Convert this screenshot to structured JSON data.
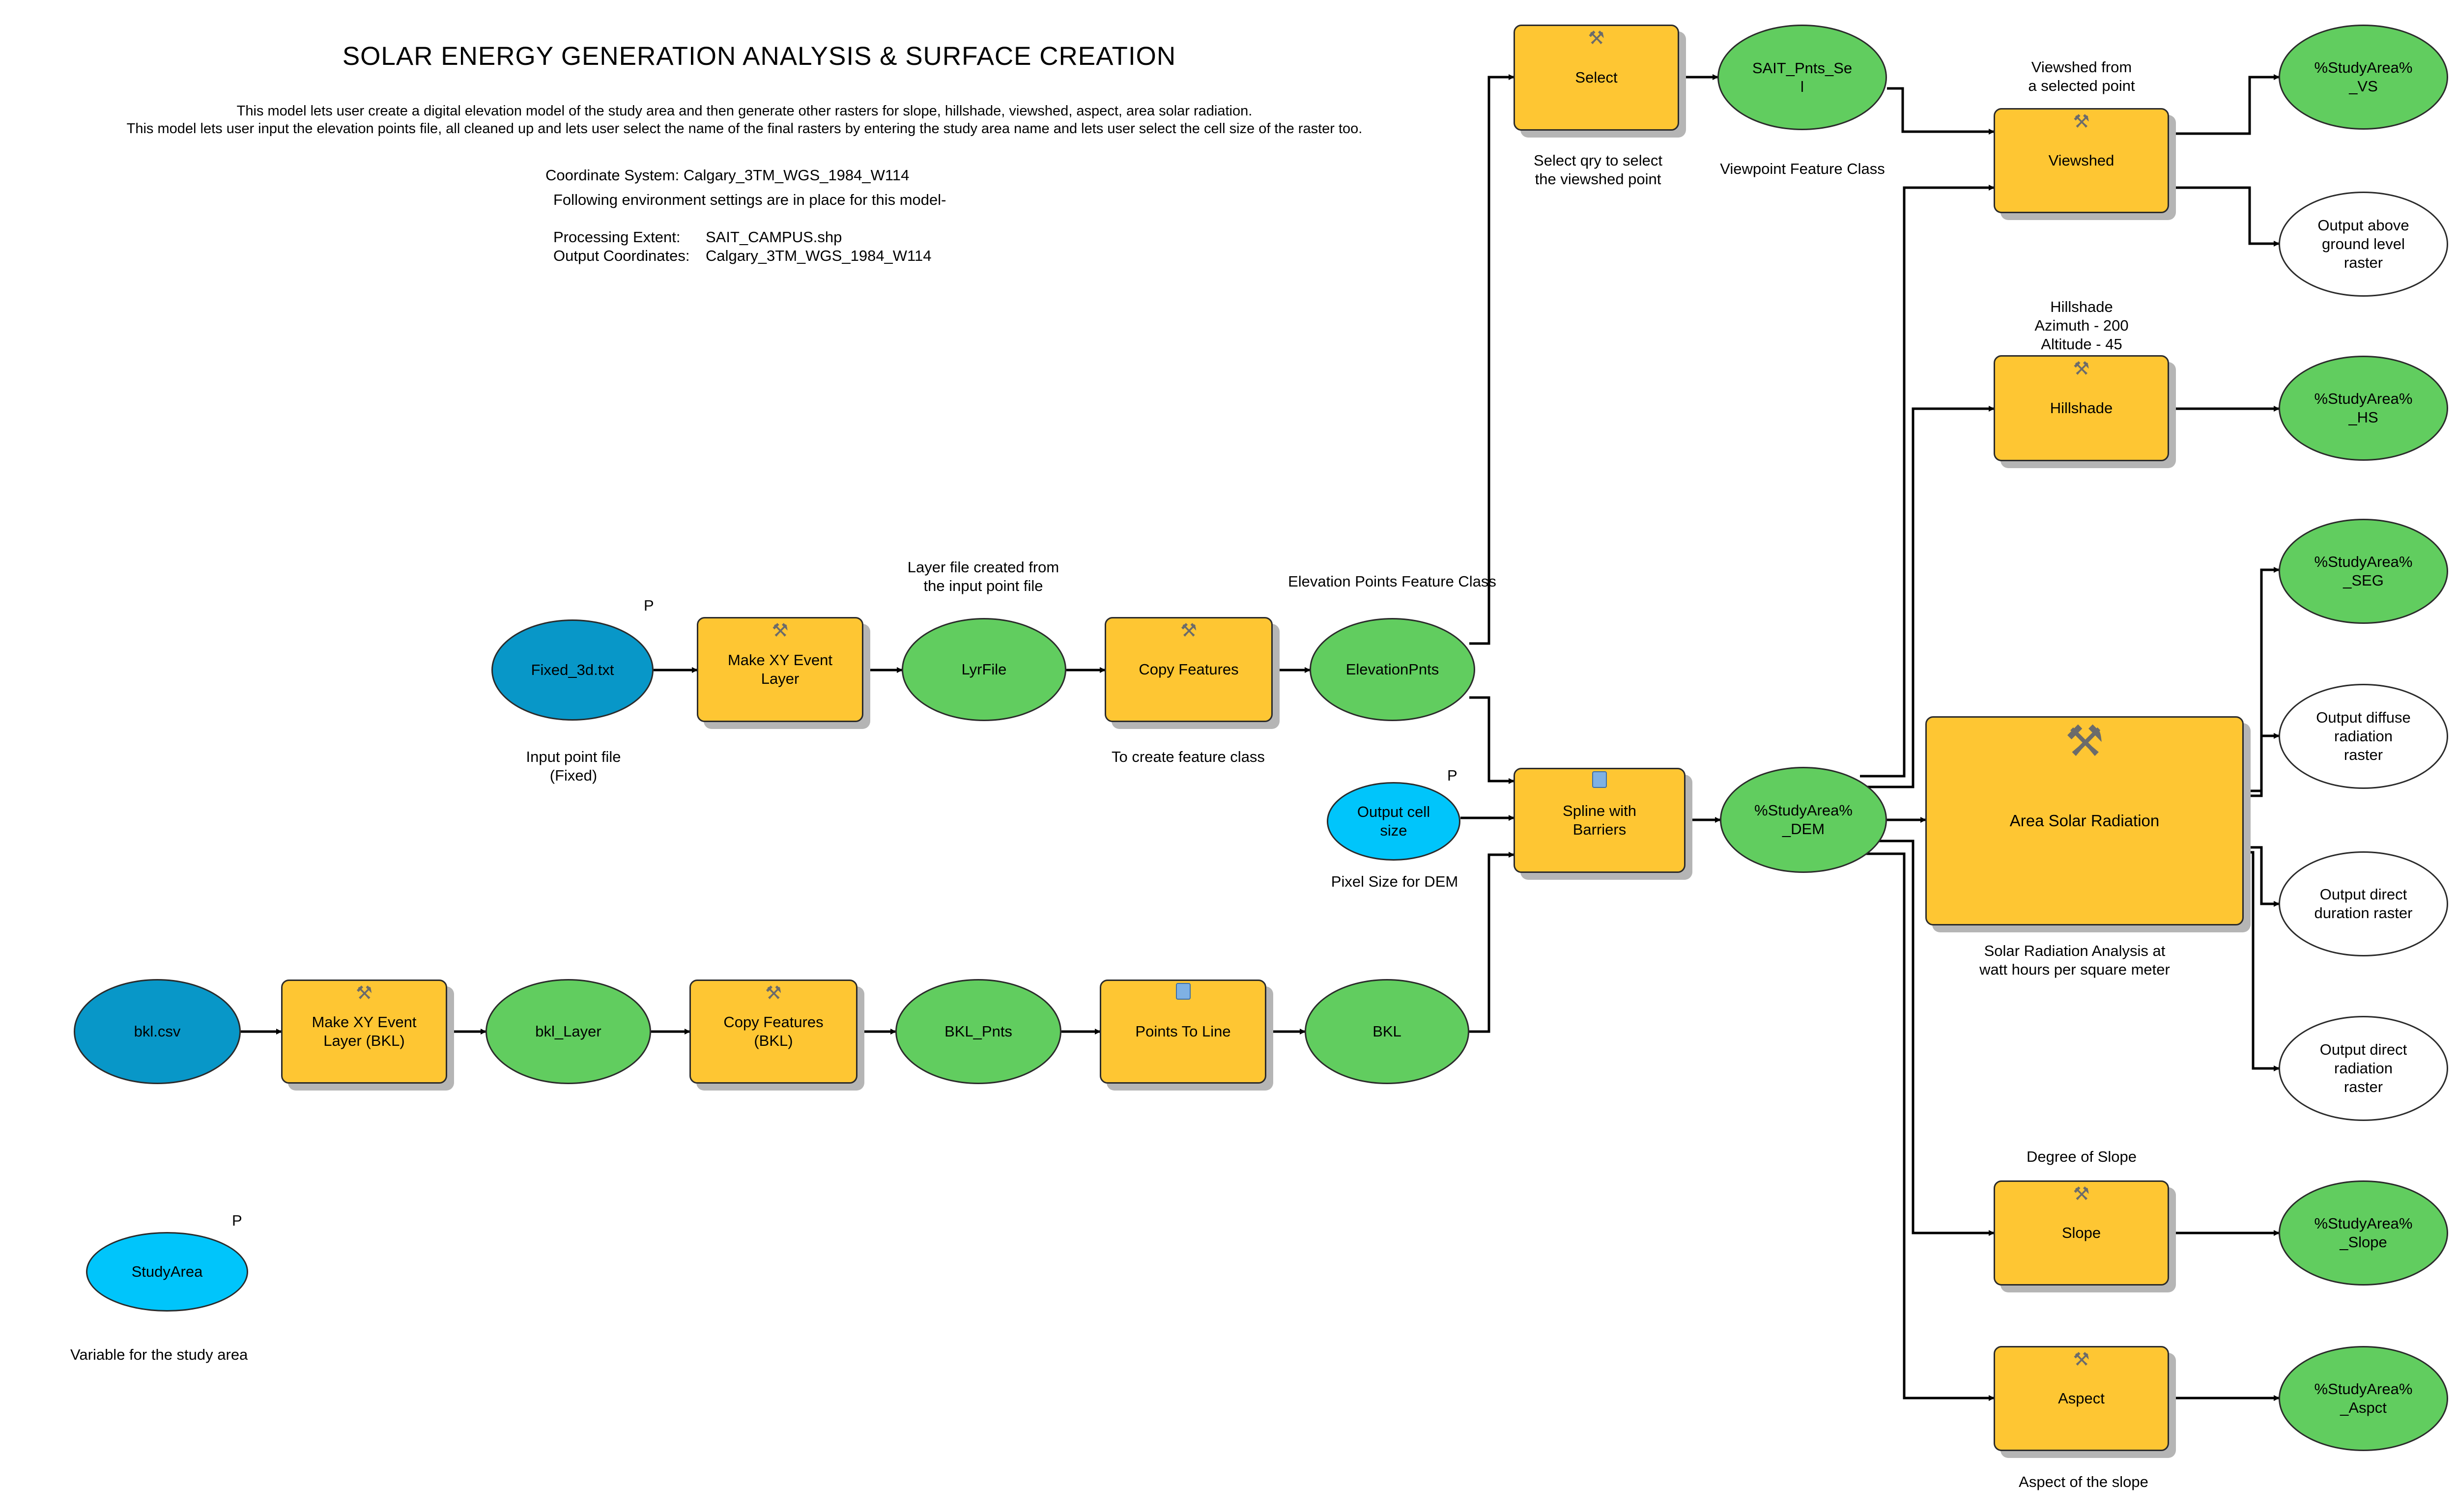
{
  "header": {
    "title": "SOLAR ENERGY GENERATION ANALYSIS & SURFACE CREATION",
    "desc1": "This model lets user create a digital elevation model of the study area and then generate other rasters for slope, hillshade, viewshed, aspect, area solar radiation.",
    "desc2": "This model lets user input the elevation points file, all cleaned up and lets user select the name of the final rasters by entering the study area name and lets user select the cell size of the raster too.",
    "coord_system": "Coordinate System: Calgary_3TM_WGS_1984_W114",
    "env_intro": "Following environment settings are in place for this model-",
    "extent_label": "Processing Extent:",
    "extent_value": "SAIT_CAMPUS.shp",
    "outcoords_label": "Output Coordinates:",
    "outcoords_value": "Calgary_3TM_WGS_1984_W114"
  },
  "nodes": {
    "fixed3d": "Fixed_3d.txt",
    "make_xy": "Make XY Event\nLayer",
    "lyrfile": "LyrFile",
    "copy_feat": "Copy Features",
    "elev_pnts": "ElevationPnts",
    "select": "Select",
    "sait_pnts": "SAIT_Pnts_Se\nl",
    "viewshed": "Viewshed",
    "out_vs": "%StudyArea%\n_VS",
    "out_above": "Output above\nground level\nraster",
    "hillshade": "Hillshade",
    "out_hs": "%StudyArea%\n_HS",
    "out_seg": "%StudyArea%\n_SEG",
    "out_diffuse": "Output diffuse\nradiation\nraster",
    "area_solar": "Area Solar Radiation",
    "out_duration": "Output direct\nduration raster",
    "out_direct": "Output direct\nradiation\nraster",
    "cell_size": "Output cell\nsize",
    "spline": "Spline with\nBarriers",
    "dem": "%StudyArea%\n_DEM",
    "bkl_csv": "bkl.csv",
    "make_xy_bkl": "Make XY Event\nLayer (BKL)",
    "bkl_layer": "bkl_Layer",
    "copy_bkl": "Copy Features\n(BKL)",
    "bkl_pnts": "BKL_Pnts",
    "pts_to_line": "Points To Line",
    "bkl": "BKL",
    "slope": "Slope",
    "out_slope": "%StudyArea%\n_Slope",
    "aspect": "Aspect",
    "out_aspct": "%StudyArea%\n_Aspct",
    "study_area": "StudyArea"
  },
  "annotations": {
    "lyr_note": "Layer file created from\nthe input point file",
    "elev_note": "Elevation Points Feature Class",
    "input_note": "Input point file\n(Fixed)",
    "copy_note": "To create feature class",
    "select_note": "Select qry to select\nthe viewshed point",
    "viewpoint_note": "Viewpoint Feature Class",
    "viewshed_note": "Viewshed from\na selected point",
    "hillshade_note": "Hillshade\nAzimuth - 200\nAltitude - 45",
    "pixel_note": "Pixel Size for DEM",
    "solar_note": "Solar Radiation Analysis at\nwatt hours per square meter",
    "slope_note": "Degree of Slope",
    "aspect_note": "Aspect of the slope",
    "study_note": "Variable for the study area",
    "param_tag": "P"
  },
  "colors": {
    "tool": "#fec633",
    "derived": "#61cd5f",
    "input": "#0897c8",
    "variable": "#00c5fb",
    "shadow": "#b5b5b5"
  }
}
